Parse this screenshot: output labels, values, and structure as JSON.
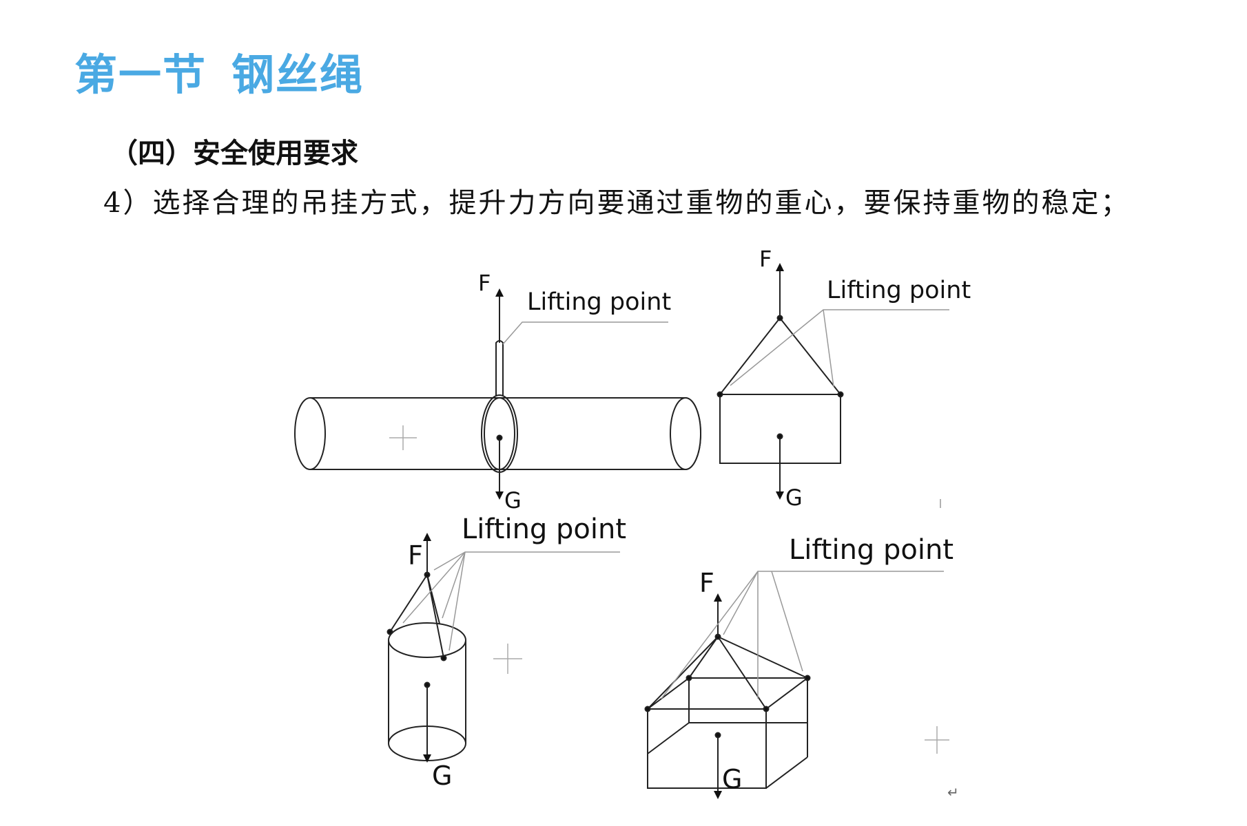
{
  "section_title": {
    "number": "第一节",
    "name": "钢丝绳"
  },
  "subheading": "（四）安全使用要求",
  "paragraph": "4）选择合理的吊挂方式，提升力方向要通过重物的重心，要保持重物的稳定；",
  "figure": {
    "labels": {
      "lifting_point": "Lifting point",
      "force": "F",
      "gravity": "G"
    }
  },
  "paragraph_mark": "↵"
}
